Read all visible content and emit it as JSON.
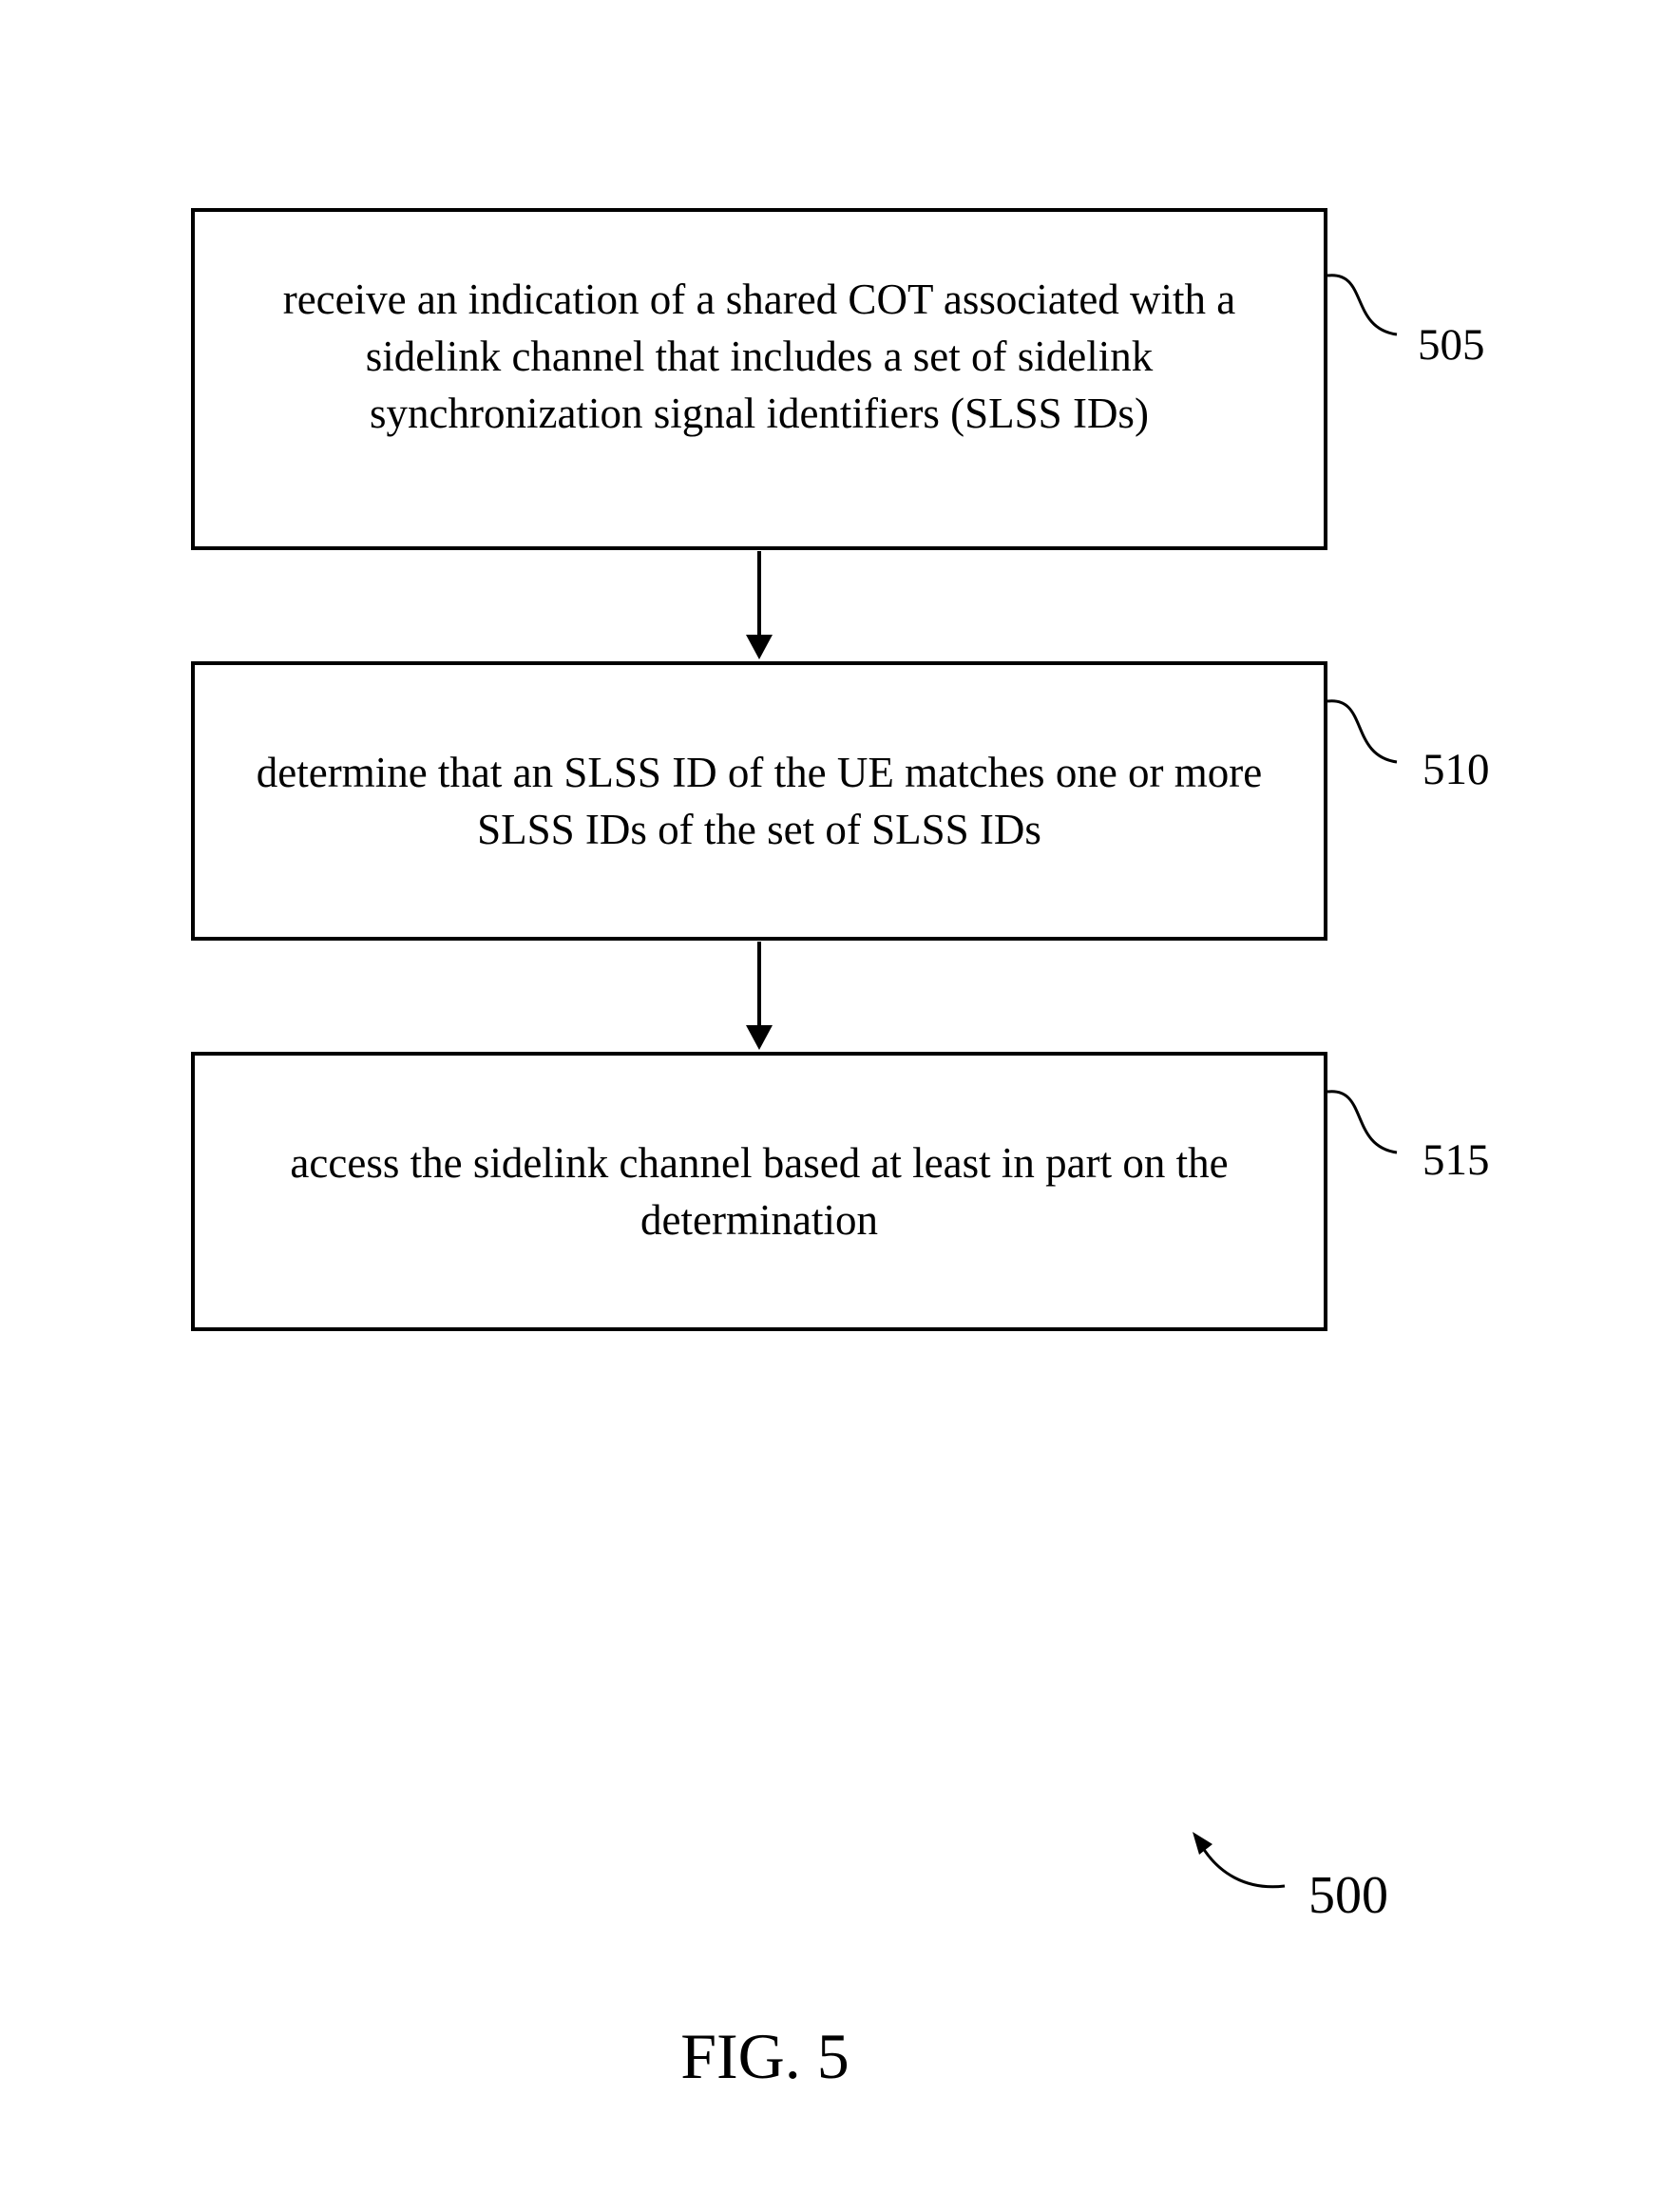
{
  "steps": [
    {
      "id": "505",
      "text": "receive an indication of a shared COT associated with a sidelink channel that includes a set of sidelink synchronization signal identifiers (SLSS IDs)"
    },
    {
      "id": "510",
      "text": "determine that an SLSS ID of the UE matches one or more SLSS IDs of the set of SLSS IDs"
    },
    {
      "id": "515",
      "text": "access the sidelink channel based at least in part on the determination"
    }
  ],
  "figure": {
    "ref_number": "500",
    "caption": "FIG. 5"
  }
}
